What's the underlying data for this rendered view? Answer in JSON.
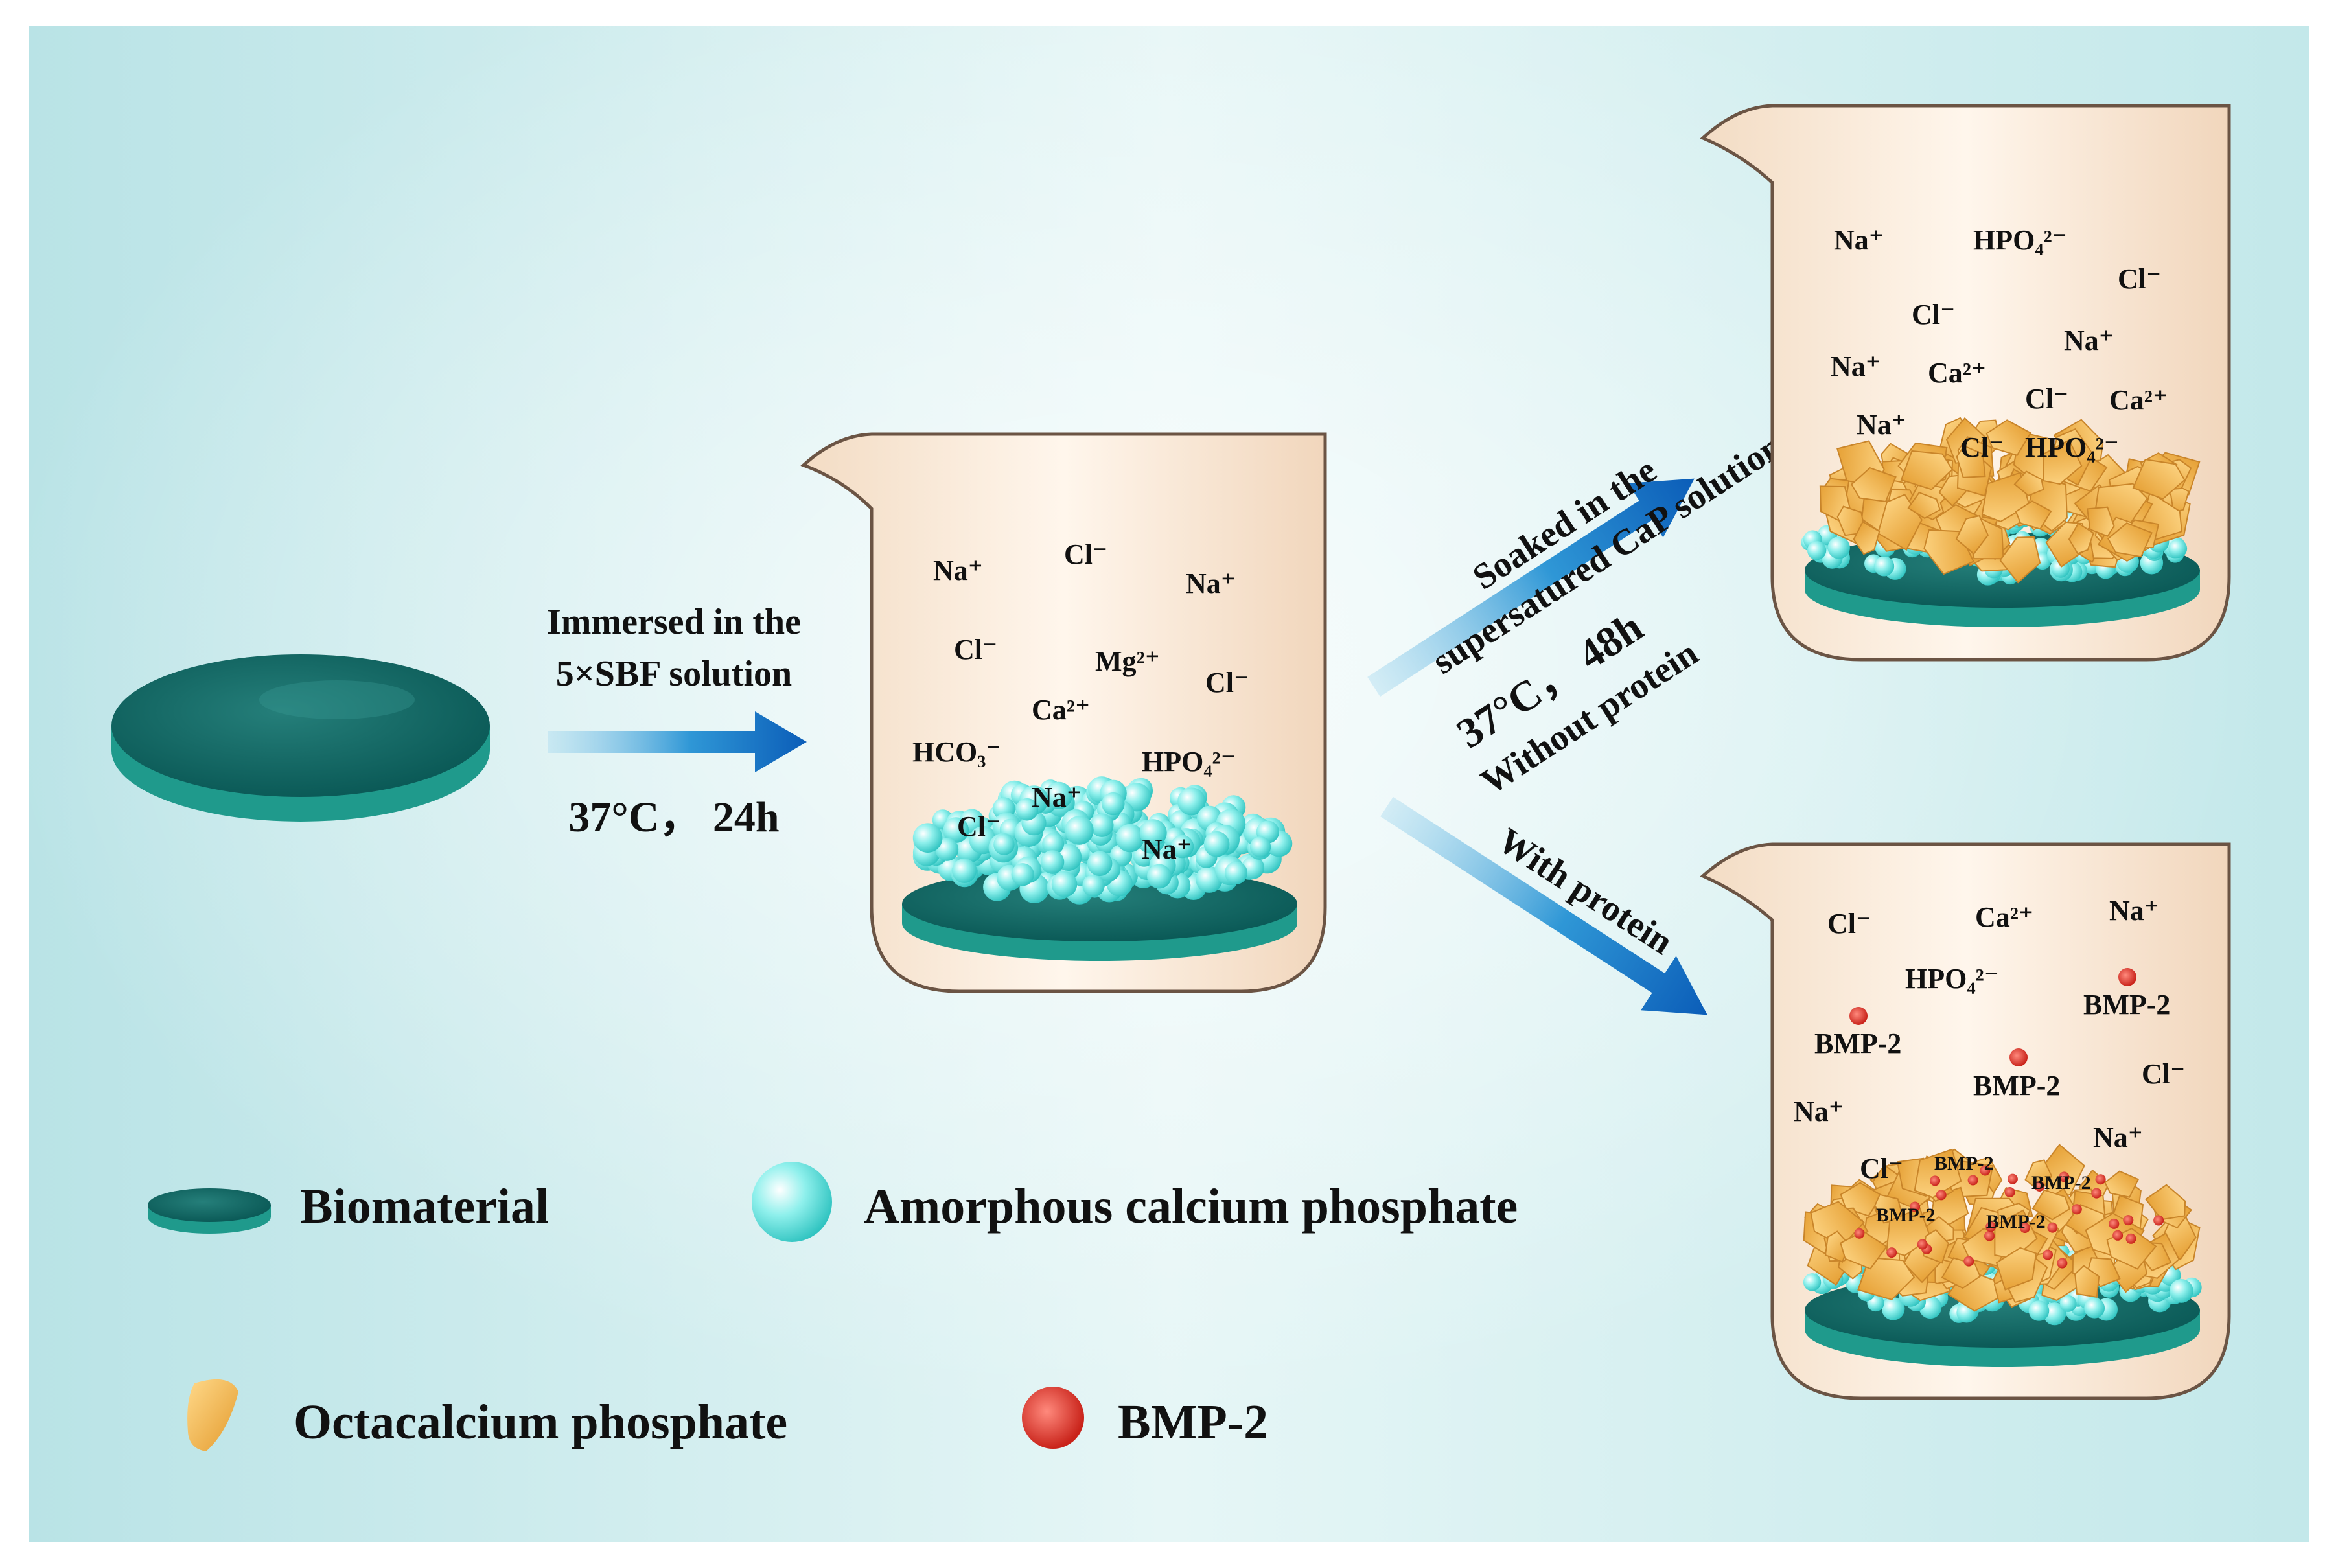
{
  "steps": {
    "immerse_line1": "Immersed in the",
    "immerse_line2": "5×SBF solution",
    "immerse_cond": "37°C， 24h",
    "soak_line1": "Soaked in the",
    "soak_line2": "supersatured CaP solution",
    "soak_cond": "37°C， 48h",
    "without_protein": "Without protein",
    "with_protein": "With protein"
  },
  "beaker1": {
    "ions": [
      "Na⁺",
      "Cl⁻",
      "Na⁺",
      "Cl⁻",
      "Mg²⁺",
      "Cl⁻",
      "Ca²⁺",
      "HCO₃⁻",
      "HPO₄²⁻",
      "Na⁺",
      "Cl⁻",
      "Na⁺"
    ]
  },
  "beaker2": {
    "ions": [
      "Na⁺",
      "HPO₄²⁻",
      "Cl⁻",
      "Cl⁻",
      "Na⁺",
      "Na⁺",
      "Ca²⁺",
      "Cl⁻",
      "Ca²⁺",
      "Na⁺",
      "Cl⁻",
      "HPO₄²⁻"
    ]
  },
  "beaker3": {
    "ions": [
      "Cl⁻",
      "Ca²⁺",
      "Na⁺",
      "HPO₄²⁻",
      "BMP-2",
      "BMP-2",
      "BMP-2",
      "Cl⁻",
      "Na⁺",
      "Na⁺",
      "Cl⁻"
    ],
    "embedded": [
      "BMP-2",
      "BMP-2",
      "BMP-2",
      "BMP-2"
    ]
  },
  "legend": {
    "biomaterial": "Biomaterial",
    "acp": "Amorphous calcium phosphate",
    "ocp": "Octacalcium phosphate",
    "bmp": "BMP-2"
  },
  "colors": {
    "background": "#d4eef0",
    "beaker": "#fbeee0",
    "disc_top": "#0f6f6a",
    "disc_side": "#1f9a8c",
    "acp": "#6fe6e2",
    "ocp": "#f0b24a",
    "bmp": "#e0392b",
    "arrow": "#0f5fb8"
  }
}
